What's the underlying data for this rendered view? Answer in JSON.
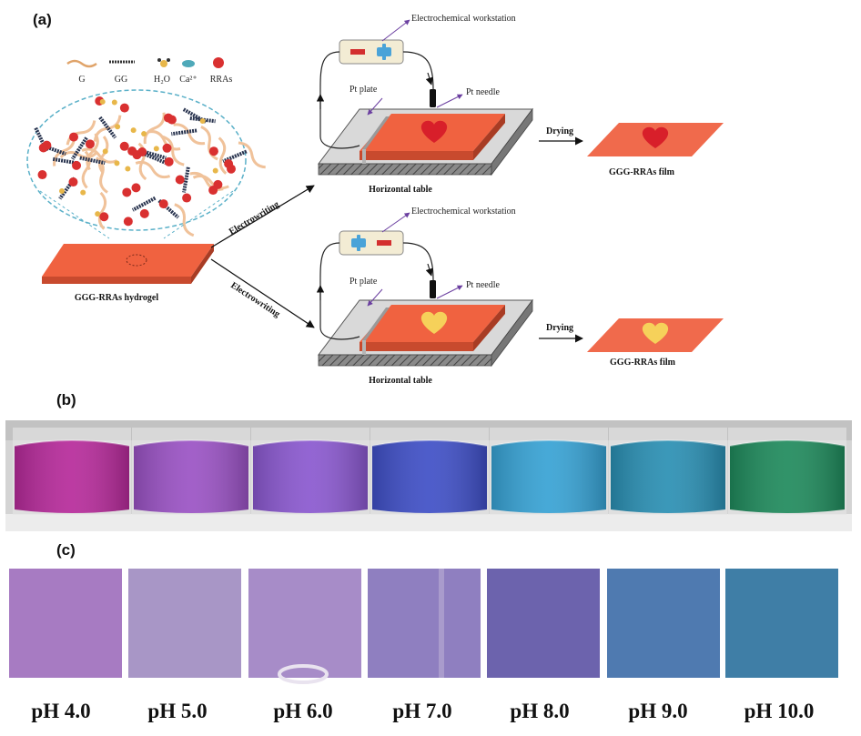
{
  "panels": {
    "a": {
      "label": "(a)"
    },
    "b": {
      "label": "(b)"
    },
    "c": {
      "label": "(c)"
    }
  },
  "legend": {
    "items": [
      "G",
      "GG",
      "H₂O",
      "Ca²⁺",
      "RRAs"
    ]
  },
  "diagram": {
    "hydrogel_label": "GGG-RRAs hydrogel",
    "process_label": "Electrowriting",
    "workstation_label": "Electrochemical workstation",
    "pt_plate_label": "Pt plate",
    "pt_needle_label": "Pt needle",
    "table_label": "Horizontal table",
    "drying_label": "Drying",
    "film_label": "GGG-RRAs film"
  },
  "vials": {
    "colors": [
      "#b62a9a",
      "#9a52c4",
      "#8a58cf",
      "#3f4fc6",
      "#37a2d4",
      "#2a8fb3",
      "#1f8a5c"
    ]
  },
  "films": {
    "colors": [
      "#a77bc2",
      "#a896c6",
      "#a78cc8",
      "#8f7fc0",
      "#6c63ad",
      "#4f7ab0",
      "#3f7ea6"
    ],
    "labels": [
      "pH 4.0",
      "pH 5.0",
      "pH 6.0",
      "pH 7.0",
      "pH 8.0",
      "pH 9.0",
      "pH 10.0"
    ]
  }
}
